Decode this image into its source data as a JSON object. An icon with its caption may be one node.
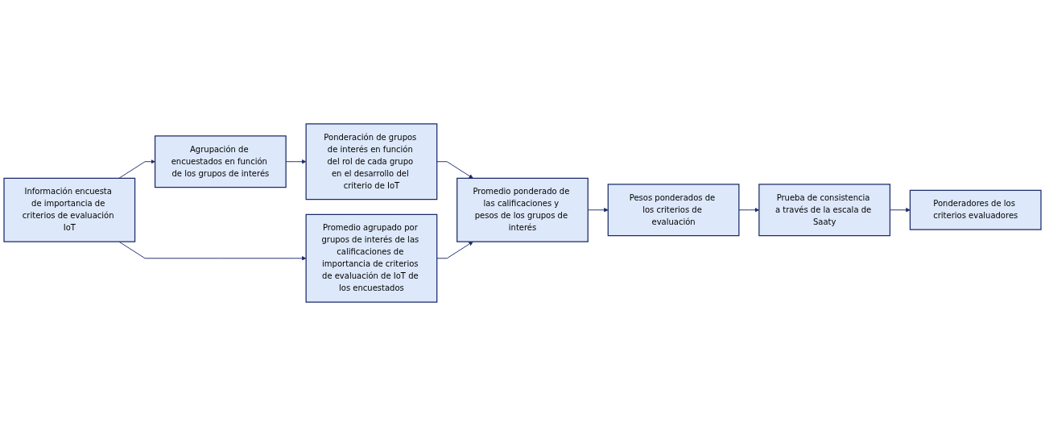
{
  "diagram": {
    "nodes": [
      {
        "text": [
          "Información encuesta de importancia de criterios de evaluación IoT"
        ]
      },
      {
        "text": [
          "Agrupación de encuestados en función de los grupos de interés"
        ]
      },
      {
        "text": [
          "Ponderación de grupos de interés en función del rol de cada grupo en el desarrollo del criterio de IoT"
        ]
      },
      {
        "text": [
          "Promedio ponderado de las calificaciones y pesos de los grupos de interés"
        ]
      },
      {
        "text": [
          "Pesos ponderados de los criterios de evaluación"
        ]
      },
      {
        "text": [
          "Prueba de consistencia a través de la escala de Saaty"
        ]
      },
      {
        "text": [
          "Ponderadores de los criterios evaluadores"
        ]
      },
      {
        "text": [
          "Promedio agrupado por grupos de interés de las calificaciones de importancia de criterios de evaluación de IoT de los encuestados"
        ]
      }
    ],
    "edges": [
      {
        "from": 0,
        "to": 1,
        "arrow": "to"
      },
      {
        "from": 1,
        "to": 2,
        "arrow": "to"
      },
      {
        "from": 2,
        "to": 3,
        "arrow": "to"
      },
      {
        "from": 3,
        "to": 4,
        "arrow": "to"
      },
      {
        "from": 4,
        "to": 5,
        "arrow": "to"
      },
      {
        "from": 5,
        "to": 6,
        "arrow": "to"
      },
      {
        "from": 0,
        "to": 7,
        "arrow": "to"
      },
      {
        "from": 7,
        "to": 3,
        "arrow": "to"
      }
    ]
  }
}
